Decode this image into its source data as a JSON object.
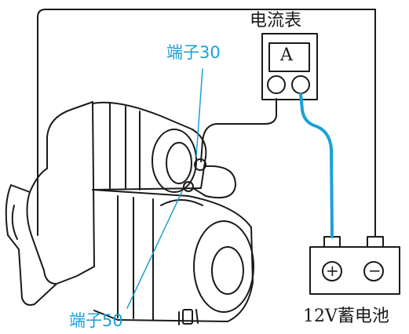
{
  "labels": {
    "ammeter_title": "电流表",
    "ammeter_symbol": "A",
    "terminal_30": "端子30",
    "terminal_50": "端子50",
    "battery": "12V蓄电池",
    "battery_positive": "+",
    "battery_negative": "−"
  },
  "colors": {
    "line": "#1a1a1a",
    "accent": "#1aa0d8"
  }
}
